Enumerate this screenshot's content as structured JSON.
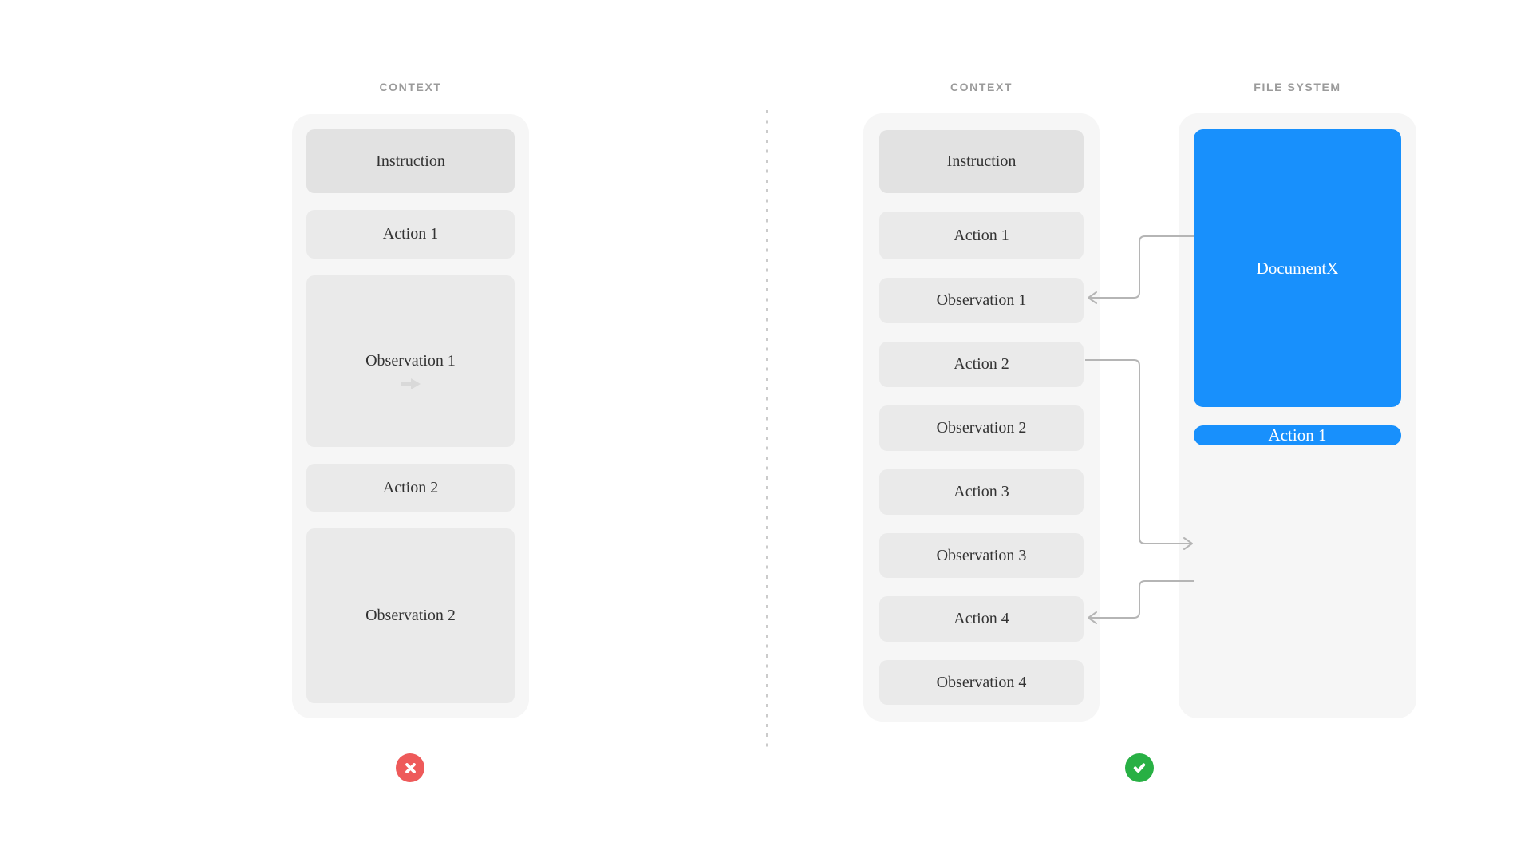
{
  "colors": {
    "background": "#ffffff",
    "panel_bg": "#f6f6f6",
    "box_bg": "#eaeaea",
    "instruction_box_bg": "#e2e2e2",
    "box_text": "#333333",
    "column_label": "#9b9b9b",
    "file_box_blue": "#1890fc",
    "file_box_text": "#ffffff",
    "connector_gray": "#b5b5b5",
    "divider_gray": "#cbcbcb",
    "fail_red": "#ee5a5a",
    "success_green": "#28b044",
    "observation_arrow_gray": "#d9d9d9"
  },
  "left_diagram": {
    "label": "CONTEXT",
    "boxes": [
      {
        "label": "Instruction"
      },
      {
        "label": "Action 1"
      },
      {
        "label": "Observation 1",
        "icon": "arrow-right-icon"
      },
      {
        "label": "Action 2"
      },
      {
        "label": "Observation 2"
      }
    ],
    "status": {
      "result": "fail",
      "icon": "x-icon"
    }
  },
  "right_diagram": {
    "context": {
      "label": "CONTEXT",
      "boxes": [
        {
          "label": "Instruction"
        },
        {
          "label": "Action 1"
        },
        {
          "label": "Observation 1"
        },
        {
          "label": "Action 2"
        },
        {
          "label": "Observation 2"
        },
        {
          "label": "Action 3"
        },
        {
          "label": "Observation 3"
        },
        {
          "label": "Action 4"
        },
        {
          "label": "Observation 4"
        }
      ]
    },
    "file_system": {
      "label": "FILE SYSTEM",
      "files": [
        {
          "label": "DocumentX"
        },
        {
          "label": "Action 1"
        }
      ]
    },
    "connectors": [
      {
        "from": "DocumentX",
        "to": "Observation 1",
        "direction": "into-context"
      },
      {
        "from": "Action 2",
        "to": "Action 1 (file)",
        "direction": "into-file-system"
      },
      {
        "from": "Action 1 (file)",
        "to": "Action 4",
        "direction": "into-context"
      }
    ],
    "status": {
      "result": "pass",
      "icon": "check-icon"
    }
  }
}
